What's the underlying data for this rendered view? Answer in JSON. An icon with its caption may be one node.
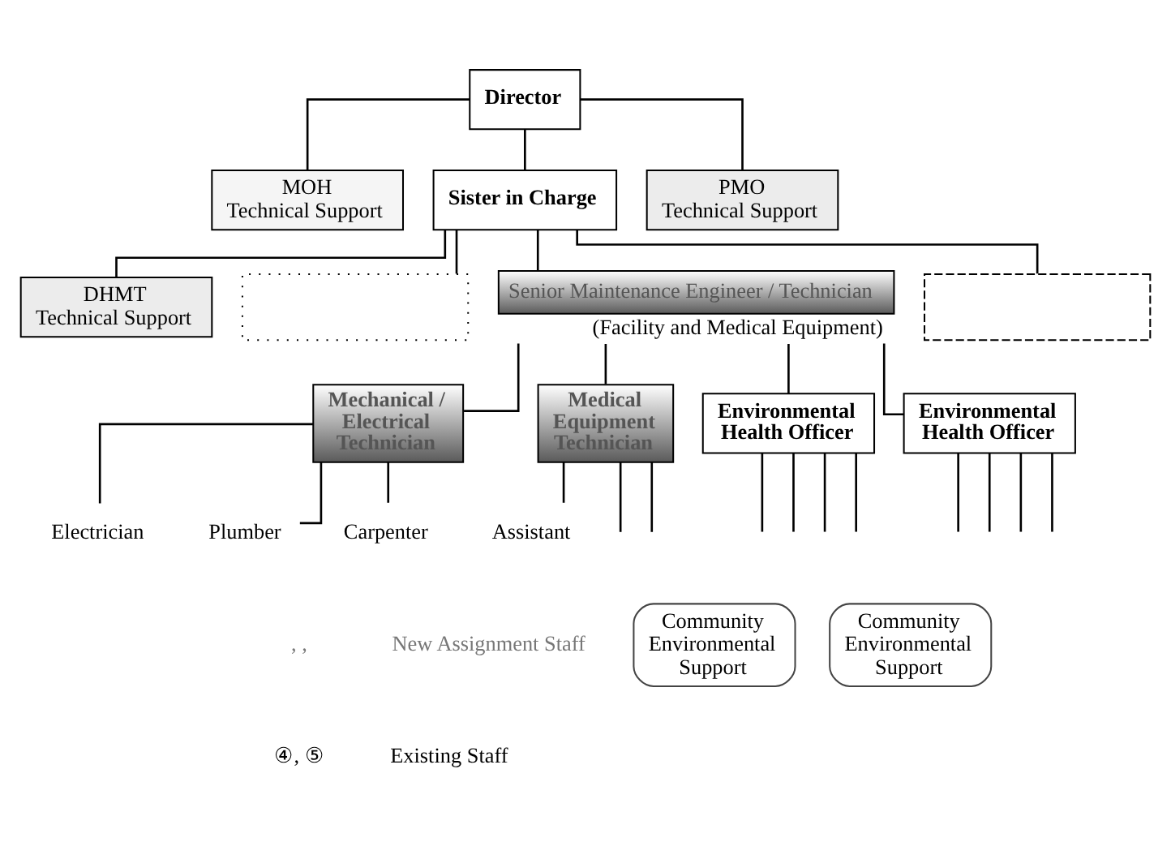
{
  "diagram": {
    "nodes": [
      {
        "text": [
          "Director"
        ]
      },
      {
        "text": [
          "MOH Technical Support"
        ]
      },
      {
        "text": [
          "PMO Technical Support"
        ]
      },
      {
        "text": [
          "Sister in Charge"
        ]
      },
      {
        "text": [
          "DHMT Technical Support"
        ]
      },
      {
        "text": [],
        "shape": "box"
      },
      {
        "text": [
          "Senior Maintenance Engineer / Technician"
        ],
        "beside": [
          "(Facility and Medical Equipment)"
        ]
      },
      {
        "text": [],
        "shape": "box"
      },
      {
        "text": [
          "Mechanical / Electrical Technician"
        ]
      },
      {
        "text": [
          "Medical Equipment Technician"
        ]
      },
      {
        "text": [
          "Environmental Health Officer"
        ]
      },
      {
        "text": [
          "Environmental Health Officer"
        ]
      },
      {
        "text": [
          "Electrician"
        ]
      },
      {
        "text": [
          "Plumber"
        ]
      },
      {
        "text": [
          "Carpenter"
        ]
      },
      {
        "text": [
          "Assistant"
        ]
      },
      {
        "text": [
          "Community Environmental Support"
        ]
      },
      {
        "text": [
          "Community Environmental Support"
        ]
      }
    ],
    "edges": [
      {
        "from": 0,
        "to": 3,
        "arrow": "none"
      },
      {
        "from": 0,
        "to": 1,
        "arrow": "none"
      },
      {
        "from": 0,
        "to": 2,
        "arrow": "none"
      },
      {
        "from": 3,
        "to": 4,
        "arrow": "none"
      },
      {
        "from": 3,
        "to": 5,
        "arrow": "none"
      },
      {
        "from": 3,
        "to": 6,
        "arrow": "none"
      },
      {
        "from": 3,
        "to": 7,
        "arrow": "none"
      },
      {
        "from": 6,
        "to": 8,
        "arrow": "none"
      },
      {
        "from": 6,
        "to": 9,
        "arrow": "none"
      },
      {
        "from": 6,
        "to": 10,
        "arrow": "none"
      },
      {
        "from": 6,
        "to": 11,
        "arrow": "none"
      },
      {
        "from": 8,
        "to": 12,
        "arrow": "none"
      },
      {
        "from": 8,
        "to": 13,
        "arrow": "none"
      },
      {
        "from": 8,
        "to": 14,
        "arrow": "none"
      },
      {
        "from": 9,
        "to": 15,
        "arrow": "none"
      },
      {
        "from": 9,
        "to": null,
        "arrow": "none"
      },
      {
        "from": 9,
        "to": null,
        "arrow": "none"
      },
      {
        "from": 10,
        "to": null,
        "arrow": "none"
      },
      {
        "from": 10,
        "to": null,
        "arrow": "none"
      },
      {
        "from": 10,
        "to": null,
        "arrow": "none"
      },
      {
        "from": 10,
        "to": null,
        "arrow": "none"
      },
      {
        "from": 11,
        "to": null,
        "arrow": "none"
      },
      {
        "from": 11,
        "to": null,
        "arrow": "none"
      },
      {
        "from": 11,
        "to": null,
        "arrow": "none"
      },
      {
        "from": 11,
        "to": null,
        "arrow": "none"
      }
    ],
    "labels": [
      ", ,",
      "New Assignment Staff",
      "④, ⑤",
      "Existing Staff"
    ]
  }
}
